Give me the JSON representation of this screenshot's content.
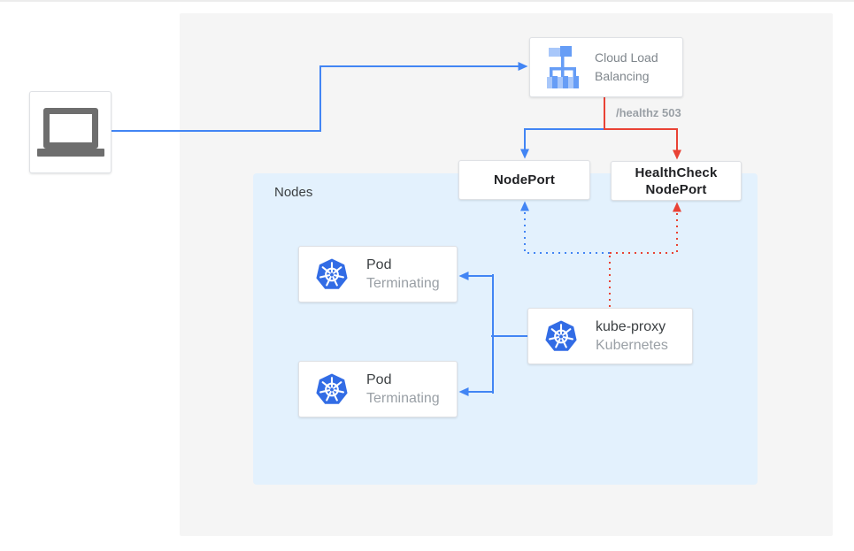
{
  "colors": {
    "accent_blue": "#4285F4",
    "accent_red": "#E94235",
    "panel_bg": "#F5F5F5",
    "nodes_bg": "#E3F1FD",
    "k8s_blue": "#326CE5",
    "icon_gray": "#6E6E6E",
    "text_dark": "#212121",
    "label_gray": "#9AA0A6",
    "lb_light": "#A8C7FA",
    "lb_medium": "#669DF6"
  },
  "client": {
    "icon": "laptop"
  },
  "load_balancer": {
    "name_line1": "Cloud Load",
    "name_line2": "Balancing"
  },
  "health_edge": {
    "label": "/healthz 503"
  },
  "node_port": {
    "label": "NodePort"
  },
  "health_check_node_port": {
    "line1": "HealthCheck",
    "line2": "NodePort"
  },
  "nodes_group": {
    "label": "Nodes"
  },
  "pods": [
    {
      "title": "Pod",
      "status": "Terminating"
    },
    {
      "title": "Pod",
      "status": "Terminating"
    }
  ],
  "kube_proxy": {
    "title": "kube-proxy",
    "subtitle": "Kubernetes"
  }
}
